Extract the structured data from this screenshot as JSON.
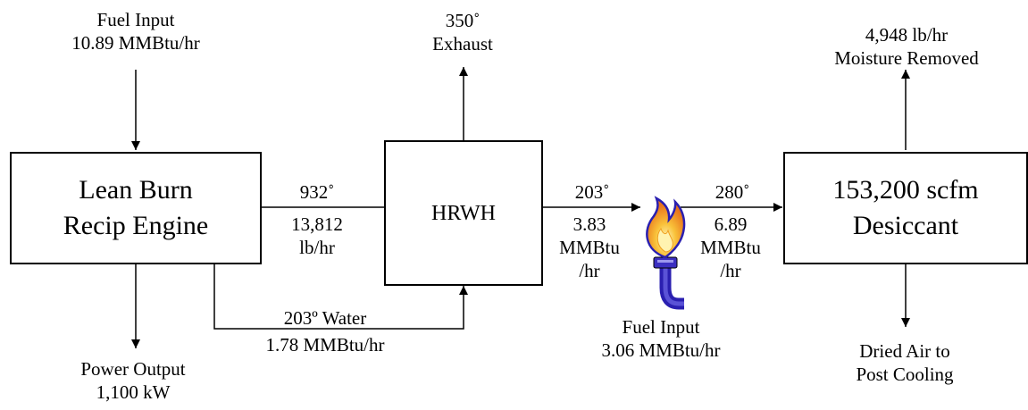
{
  "engine": {
    "line1": "Lean Burn",
    "line2": "Recip Engine",
    "fuel_input": {
      "label": "Fuel Input",
      "value": "10.89 MMBtu/hr"
    },
    "power_output": {
      "label": "Power Output",
      "value": "1,100 kW"
    }
  },
  "engine_to_hrwh": {
    "temp": "932˚",
    "flow": "13,812",
    "flow_unit": "lb/hr"
  },
  "water_loop": {
    "temp": "203º Water",
    "energy": "1.78 MMBtu/hr"
  },
  "hrwh": {
    "label": "HRWH",
    "exhaust": {
      "temp": "350˚",
      "label": "Exhaust"
    }
  },
  "hrwh_to_burner": {
    "temp": "203˚",
    "energy": "3.83",
    "unit_1": "MMBtu",
    "unit_2": "/hr"
  },
  "burner": {
    "icon": "gas-burner-flame-icon",
    "fuel_input": {
      "label": "Fuel Input",
      "value": "3.06 MMBtu/hr"
    }
  },
  "burner_to_desiccant": {
    "temp": "280˚",
    "energy": "6.89",
    "unit_1": "MMBtu",
    "unit_2": "/hr"
  },
  "desiccant": {
    "line1": "153,200 scfm",
    "line2": "Desiccant",
    "moisture": {
      "value": "4,948 lb/hr",
      "label": "Moisture Removed"
    },
    "dried_air": {
      "line1": "Dried Air to",
      "line2": "Post Cooling"
    }
  },
  "colors": {
    "line": "#000000",
    "flame_outer": "#2a1fb0",
    "flame_inner": "#f6a21a",
    "pipe": "#2a1fb0"
  }
}
